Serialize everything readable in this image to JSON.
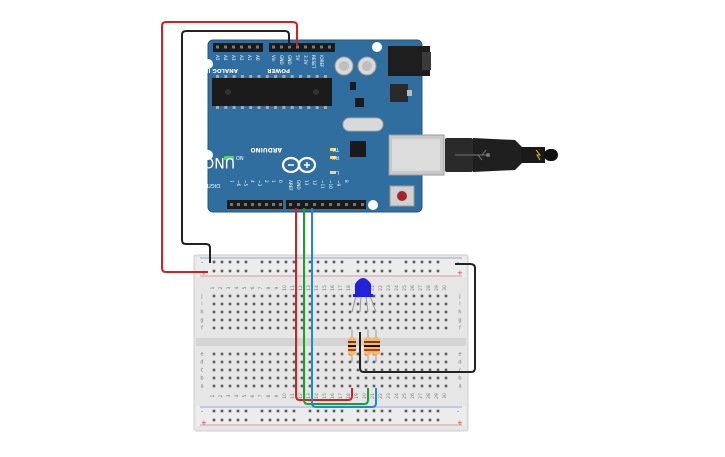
{
  "board": {
    "brand": "ARDUINO",
    "model": "UNO",
    "on_label": "ON",
    "tx_label": "TX",
    "rx_label": "RX",
    "l_label": "L",
    "power_label": "POWER",
    "analog_label": "ANALOG IN",
    "digital_label": "DIGITAL (PWM ~)",
    "analog_pins": [
      "A0",
      "A1",
      "A2",
      "A3",
      "A4",
      "A5"
    ],
    "power_pins": [
      "IOREF",
      "RESET",
      "3.3V",
      "5V",
      "GND",
      "GND",
      "Vin"
    ],
    "digital_pins_left": [
      "0",
      "1",
      "2",
      "~3",
      "4",
      "~5",
      "~6",
      "7"
    ],
    "digital_pins_right": [
      "8",
      "~9",
      "~10",
      "~11",
      "12",
      "13",
      "GND",
      "AREF"
    ],
    "color": "#2f6e9e"
  },
  "breadboard": {
    "row_letters_top": [
      "j",
      "i",
      "h",
      "g",
      "f"
    ],
    "row_letters_bottom": [
      "e",
      "d",
      "c",
      "b",
      "a"
    ],
    "columns": [
      "1",
      "2",
      "3",
      "4",
      "5",
      "6",
      "7",
      "8",
      "9",
      "10",
      "11",
      "12",
      "13",
      "14",
      "15",
      "16",
      "17",
      "18",
      "19",
      "20",
      "21",
      "22",
      "23",
      "24",
      "25",
      "26",
      "27",
      "28",
      "29",
      "30"
    ],
    "rail_plus": "+",
    "rail_minus": "-"
  },
  "wires": {
    "power_5v_color": "#d42020",
    "ground_color": "#222222",
    "pin_green_color": "#1aa02a",
    "pin_blue_color": "#1e8ad6"
  },
  "components": {
    "led_color": "#2222dd",
    "resistor_color": "#f2b968"
  }
}
